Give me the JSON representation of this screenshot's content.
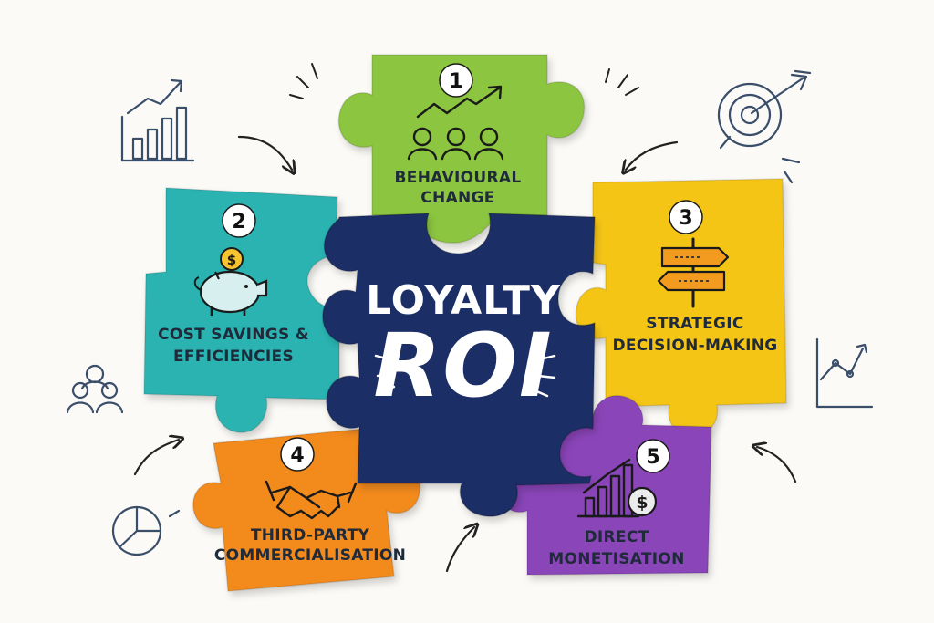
{
  "center": {
    "line1": "LOYALTY",
    "line2": "ROI"
  },
  "pieces": [
    {
      "number": "1",
      "label_line1": "BEHAVIOURAL",
      "label_line2": "CHANGE",
      "color": "#8cc63f",
      "icon": "people-growth-icon"
    },
    {
      "number": "2",
      "label_line1": "COST SAVINGS &",
      "label_line2": "EFFICIENCIES",
      "color": "#2bb3b1",
      "icon": "piggy-bank-icon"
    },
    {
      "number": "3",
      "label_line1": "STRATEGIC",
      "label_line2": "DECISION-MAKING",
      "color": "#f5c518",
      "icon": "signpost-icon"
    },
    {
      "number": "4",
      "label_line1": "THIRD-PARTY",
      "label_line2": "COMMERCIALISATION",
      "color": "#f28a1e",
      "icon": "handshake-icon"
    },
    {
      "number": "5",
      "label_line1": "DIRECT",
      "label_line2": "MONETISATION",
      "color": "#8a44b8",
      "icon": "revenue-chart-icon"
    }
  ],
  "center_color": "#1b2f66",
  "decorations": [
    "bar-chart-growth-icon",
    "target-icon",
    "people-group-icon",
    "line-chart-icon",
    "pie-chart-icon",
    "curved-arrow-icon"
  ]
}
